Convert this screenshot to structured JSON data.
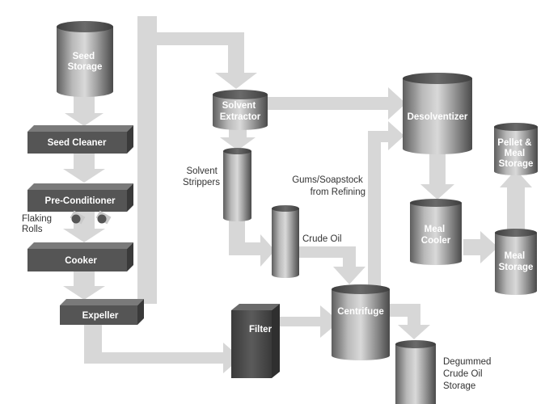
{
  "colors": {
    "flow": "#d7d7d7",
    "box_front": "#555555",
    "box_top": "#7a7a7a",
    "box_side": "#3a3a3a",
    "label_white": "#ffffff",
    "label_dark": "#333333"
  },
  "nodes": {
    "seed_storage": [
      "Seed",
      "Storage"
    ],
    "seed_cleaner": "Seed Cleaner",
    "pre_conditioner": "Pre-Conditioner",
    "cooker": "Cooker",
    "expeller": "Expeller",
    "solvent_extractor": [
      "Solvent",
      "Extractor"
    ],
    "desolventizer": "Desolventizer",
    "pellet_meal_storage": [
      "Pellet &",
      "Meal",
      "Storage"
    ],
    "meal_cooler": [
      "Meal",
      "Cooler"
    ],
    "meal_storage": [
      "Meal",
      "Storage"
    ],
    "filter": "Filter",
    "centrifuge": "Centrifuge"
  },
  "labels": {
    "flaking_rolls": [
      "Flaking",
      "Rolls"
    ],
    "solvent_strippers": [
      "Solvent",
      "Strippers"
    ],
    "gums_soapstock": [
      "Gums/Soapstock",
      "from Refining"
    ],
    "crude_oil": "Crude Oil",
    "degummed_storage": [
      "Degummed",
      "Crude Oil",
      "Storage"
    ]
  }
}
